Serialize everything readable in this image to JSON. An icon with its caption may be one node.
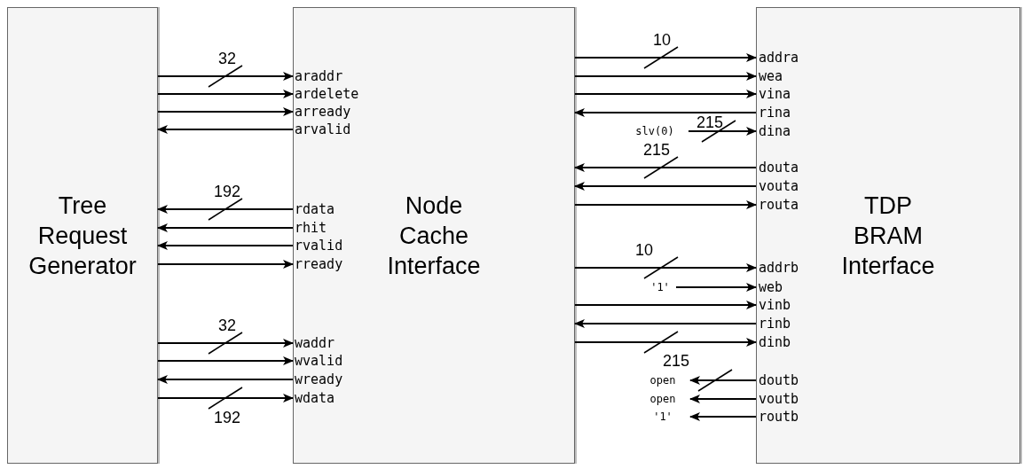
{
  "diagram": {
    "nodes": [
      {
        "text": [
          "Tree Request Generator"
        ]
      },
      {
        "text": [
          "Node Cache Interface"
        ]
      },
      {
        "text": [
          "TDP BRAM Interface"
        ]
      },
      {
        "text": [
          "slv(0)"
        ]
      },
      {
        "text": [
          "'1'"
        ]
      },
      {
        "text": [
          "open"
        ]
      },
      {
        "text": [
          "open"
        ]
      },
      {
        "text": [
          "'1'"
        ]
      }
    ],
    "edges": [
      {
        "from": 0,
        "to": 1,
        "arrow": "to",
        "label": "32"
      },
      {
        "from": 0,
        "to": 1,
        "arrow": "to"
      },
      {
        "from": 0,
        "to": 1,
        "arrow": "to"
      },
      {
        "from": 1,
        "to": 0,
        "arrow": "to"
      },
      {
        "from": 1,
        "to": 0,
        "arrow": "to",
        "label": "192"
      },
      {
        "from": 1,
        "to": 0,
        "arrow": "to"
      },
      {
        "from": 1,
        "to": 0,
        "arrow": "to"
      },
      {
        "from": 0,
        "to": 1,
        "arrow": "to"
      },
      {
        "from": 0,
        "to": 1,
        "arrow": "to",
        "label": "32"
      },
      {
        "from": 0,
        "to": 1,
        "arrow": "to"
      },
      {
        "from": 1,
        "to": 0,
        "arrow": "to"
      },
      {
        "from": 0,
        "to": 1,
        "arrow": "to",
        "label": "192"
      },
      {
        "from": 1,
        "to": 2,
        "arrow": "to",
        "label": "10"
      },
      {
        "from": 1,
        "to": 2,
        "arrow": "to"
      },
      {
        "from": 1,
        "to": 2,
        "arrow": "to"
      },
      {
        "from": 2,
        "to": 1,
        "arrow": "to"
      },
      {
        "from": 3,
        "to": 2,
        "arrow": "to",
        "label": "215"
      },
      {
        "from": 2,
        "to": 1,
        "arrow": "to",
        "label": "215"
      },
      {
        "from": 2,
        "to": 1,
        "arrow": "to"
      },
      {
        "from": 1,
        "to": 2,
        "arrow": "to"
      },
      {
        "from": 1,
        "to": 2,
        "arrow": "to",
        "label": "10"
      },
      {
        "from": 4,
        "to": 2,
        "arrow": "to"
      },
      {
        "from": 1,
        "to": 2,
        "arrow": "to"
      },
      {
        "from": 2,
        "to": 1,
        "arrow": "to"
      },
      {
        "from": 1,
        "to": 2,
        "arrow": "to",
        "label": "215"
      },
      {
        "from": 2,
        "to": 5,
        "arrow": "to"
      },
      {
        "from": 2,
        "to": 6,
        "arrow": "to"
      },
      {
        "from": 2,
        "to": 7,
        "arrow": "to"
      }
    ],
    "labels": [
      "araddr",
      "ardelete",
      "arready",
      "arvalid",
      "rdata",
      "rhit",
      "rvalid",
      "rready",
      "waddr",
      "wvalid",
      "wready",
      "wdata",
      "addra",
      "wea",
      "vina",
      "rina",
      "dina",
      "douta",
      "vouta",
      "routa",
      "addrb",
      "web",
      "vinb",
      "rinb",
      "dinb",
      "doutb",
      "voutb",
      "routb"
    ]
  }
}
